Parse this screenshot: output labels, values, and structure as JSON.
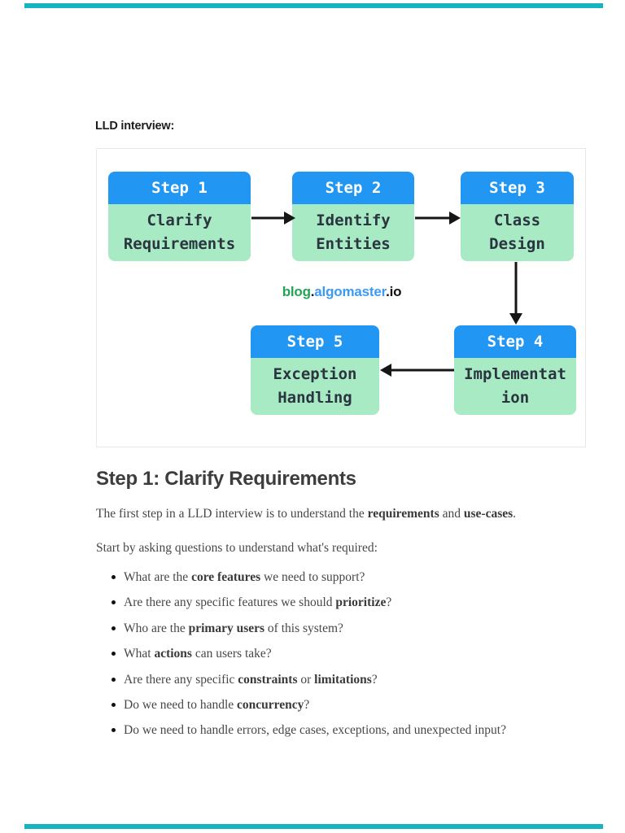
{
  "colors": {
    "edge-bar": "#16b3c0",
    "step-header": "#2196f3",
    "step-body": "#a7eac3",
    "step-text": "#2b3540",
    "step-header-text": "#ffffff",
    "arrow": "#161616",
    "wm-green": "#23a455",
    "wm-blue": "#3b9bf4",
    "wm-dark": "#111111",
    "figure-border": "#e7e7e7",
    "heading-dark": "#1d1d1d",
    "title-color": "#3d3d3d",
    "body-text": "#474747"
  },
  "page": {
    "heading": "LLD interview:"
  },
  "flowchart": {
    "steps": [
      {
        "label": "Step 1",
        "lines": [
          "Clarify",
          "Requirements"
        ]
      },
      {
        "label": "Step 2",
        "lines": [
          "Identify",
          "Entities"
        ]
      },
      {
        "label": "Step 3",
        "lines": [
          "Class",
          "Design"
        ]
      },
      {
        "label": "Step 4",
        "lines": [
          "Implementat",
          "ion"
        ]
      },
      {
        "label": "Step 5",
        "lines": [
          "Exception",
          "Handling"
        ]
      }
    ],
    "watermark": {
      "blog": "blog",
      "dot": ".",
      "name": "algomaster",
      "tld": ".io"
    }
  },
  "article": {
    "title": "Step 1: Clarify Requirements",
    "paragraphs": [
      [
        {
          "t": "The first step in a LLD interview is to understand the "
        },
        {
          "t": "requirements",
          "b": true
        },
        {
          "t": " and "
        },
        {
          "t": "use-cases",
          "b": true
        },
        {
          "t": "."
        }
      ],
      [
        {
          "t": "Start by asking questions to understand what's required:"
        }
      ]
    ],
    "bullets": [
      [
        {
          "t": "What are the "
        },
        {
          "t": "core features",
          "b": true
        },
        {
          "t": " we need to support?"
        }
      ],
      [
        {
          "t": "Are there any specific features we should "
        },
        {
          "t": "prioritize",
          "b": true
        },
        {
          "t": "?"
        }
      ],
      [
        {
          "t": "Who are the "
        },
        {
          "t": "primary users",
          "b": true
        },
        {
          "t": " of this system?"
        }
      ],
      [
        {
          "t": "What "
        },
        {
          "t": "actions",
          "b": true
        },
        {
          "t": " can users take?"
        }
      ],
      [
        {
          "t": "Are there any specific "
        },
        {
          "t": "constraints",
          "b": true
        },
        {
          "t": " or "
        },
        {
          "t": "limitations",
          "b": true
        },
        {
          "t": "?"
        }
      ],
      [
        {
          "t": "Do we need to handle "
        },
        {
          "t": "concurrency",
          "b": true
        },
        {
          "t": "?"
        }
      ],
      [
        {
          "t": "Do we need to handle errors, edge cases, exceptions, and unexpected input?"
        }
      ]
    ]
  }
}
